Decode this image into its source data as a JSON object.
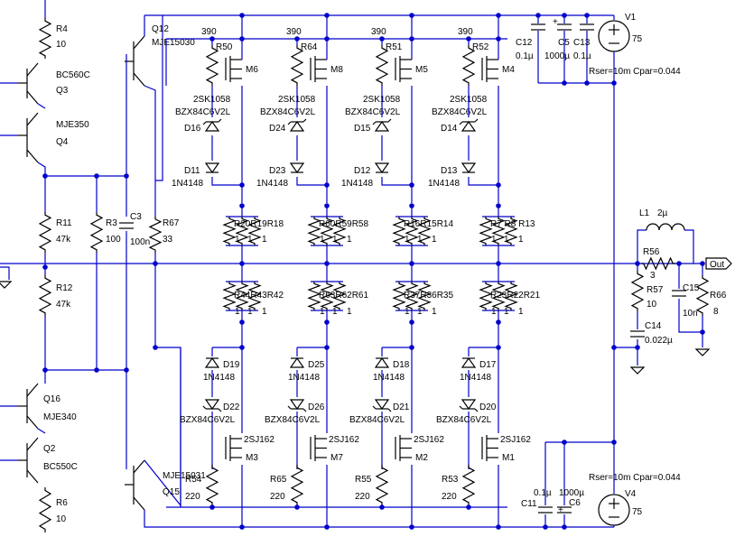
{
  "labels": {
    "R4": "R4",
    "R4_val": "10",
    "Q3_type": "BC560C",
    "Q3": "Q3",
    "Q4_type": "MJE350",
    "Q4": "Q4",
    "R11": "R11",
    "R11_val": "47k",
    "R12": "R12",
    "R12_val": "47k",
    "R3": "R3",
    "R3_val": "100",
    "C3": "C3",
    "C3_val": "100n",
    "R67": "R67",
    "R67_val": "33",
    "Q12": "Q12",
    "Q12_type": "MJE15030",
    "Q15": "Q15",
    "Q15_type": "MJE15031",
    "Q16": "Q16",
    "Q16_type": "MJE340",
    "Q2": "Q2",
    "Q2_type": "BC550C",
    "R6": "R6",
    "R6_val": "10",
    "C12": "C12",
    "C12_val": "0.1µ",
    "C5": "C5",
    "C5_val": "1000µ",
    "C13": "C13",
    "C13_val": "0.1µ",
    "V1": "V1",
    "V1_val": "75",
    "V1_params": "Rser=10m Cpar=0.044",
    "V4": "V4",
    "V4_val": "75",
    "V4_params": "Rser=10m Cpar=0.044",
    "C11": "C11",
    "C11_val": "0.1µ",
    "C6": "C6",
    "C6_val": "1000µ",
    "L1": "L1",
    "L1_val": "2µ",
    "R56": "R56",
    "R56_val": "3",
    "R57": "R57",
    "R57_val": "10",
    "C14": "C14",
    "C14_val": "0.022µ",
    "C15": "C15",
    "C15_val": "10n",
    "R66": "R66",
    "R66_val": "8",
    "out": "Out",
    "plus": "+"
  },
  "top_stages": [
    {
      "rgate": "R50",
      "rval": "390",
      "fet": "M6",
      "fet_type": "2SK1058",
      "zener": "D16",
      "zener_type": "BZX84C6V2L",
      "diode": "D11",
      "diode_type": "1N4148",
      "res_group": "R20R19R18",
      "res_vals": [
        "1",
        "1",
        "1"
      ]
    },
    {
      "rgate": "R64",
      "rval": "390",
      "fet": "M8",
      "fet_type": "2SK1058",
      "zener": "D24",
      "zener_type": "BZX84C6V2L",
      "diode": "D23",
      "diode_type": "1N4148",
      "res_group": "R60R59R58",
      "res_vals": [
        "1",
        "1",
        "1"
      ]
    },
    {
      "rgate": "R51",
      "rval": "390",
      "fet": "M5",
      "fet_type": "2SK1058",
      "zener": "D15",
      "zener_type": "BZX84C6V2L",
      "diode": "D12",
      "diode_type": "1N4148",
      "res_group": "R16R15R14",
      "res_vals": [
        "1",
        "1",
        "1"
      ]
    },
    {
      "rgate": "R52",
      "rval": "390",
      "fet": "M4",
      "fet_type": "2SK1058",
      "zener": "D14",
      "zener_type": "BZX84C6V2L",
      "diode": "D13",
      "diode_type": "1N4148",
      "res_group": "R7 R8 R13",
      "res_vals": [
        "1",
        "1",
        "1"
      ]
    }
  ],
  "bottom_stages": [
    {
      "res_group": "R44R43R42",
      "res_vals": [
        "1",
        "1",
        "1"
      ],
      "diode": "D19",
      "diode_type": "1N4148",
      "zener": "D22",
      "zener_type": "BZX84C6V2L",
      "fet": "M3",
      "fet_type": "2SJ162",
      "rgate": "R54",
      "rval": "220"
    },
    {
      "res_group": "R63R62R61",
      "res_vals": [
        "1",
        "1",
        "1"
      ],
      "diode": "D25",
      "diode_type": "1N4148",
      "zener": "D26",
      "zener_type": "BZX84C6V2L",
      "fet": "M7",
      "fet_type": "2SJ162",
      "rgate": "R65",
      "rval": "220"
    },
    {
      "res_group": "R37R36R35",
      "res_vals": [
        "1",
        "1",
        "1"
      ],
      "diode": "D18",
      "diode_type": "1N4148",
      "zener": "D21",
      "zener_type": "BZX84C6V2L",
      "fet": "M2",
      "fet_type": "2SJ162",
      "rgate": "R55",
      "rval": "220"
    },
    {
      "res_group": "R23R22R21",
      "res_vals": [
        "1",
        "1",
        "1"
      ],
      "diode": "D17",
      "diode_type": "1N4148",
      "zener": "D20",
      "zener_type": "BZX84C6V2L",
      "fet": "M1",
      "fet_type": "2SJ162",
      "rgate": "R53",
      "rval": "220"
    }
  ]
}
